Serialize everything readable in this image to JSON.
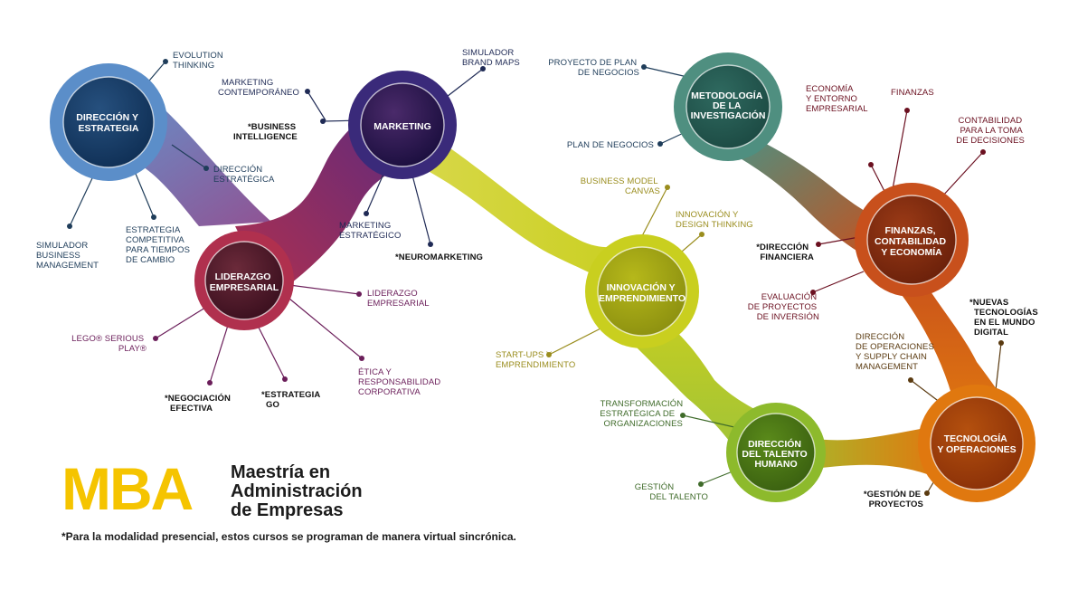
{
  "hubs": [
    {
      "id": "direccion",
      "title": [
        "DIRECCIÓN Y",
        "ESTRATEGIA"
      ],
      "color": "#5b8ec9",
      "dark": "#16406e",
      "label_color": "#1f3d5a",
      "topics": [
        {
          "text": [
            "EVOLUTION",
            "THINKING"
          ],
          "bold": false
        },
        {
          "text": [
            "DIRECCIÓN",
            "ESTRATÉGICA"
          ],
          "bold": false
        },
        {
          "text": [
            "ESTRATEGIA",
            "COMPETITIVA",
            "PARA TIEMPOS",
            "DE CAMBIO"
          ],
          "bold": false
        },
        {
          "text": [
            "SIMULADOR",
            "BUSINESS",
            "MANAGEMENT"
          ],
          "bold": false
        }
      ]
    },
    {
      "id": "liderazgo",
      "title": [
        "LIDERAZGO",
        "EMPRESARIAL"
      ],
      "color": "#b0304e",
      "dark": "#4a0f24",
      "label_color": "#6b1e5a",
      "topics": [
        {
          "text": [
            "LIDERAZGO",
            "EMPRESARIAL"
          ],
          "bold": false
        },
        {
          "text": [
            "ÉTICA Y",
            "RESPONSABILIDAD",
            "CORPORATIVA"
          ],
          "bold": false
        },
        {
          "text": [
            "*ESTRATEGIA",
            "GO"
          ],
          "bold": true
        },
        {
          "text": [
            "*NEGOCIACIÓN",
            "EFECTIVA"
          ],
          "bold": true
        },
        {
          "text": [
            "LEGO® SERIOUS",
            "PLAY®"
          ],
          "bold": false
        }
      ]
    },
    {
      "id": "marketing",
      "title": [
        "MARKETING"
      ],
      "color": "#3a2a7a",
      "dark": "#140d3a",
      "label_color": "#1f2a55",
      "topics": [
        {
          "text": [
            "SIMULADOR",
            "BRAND MAPS"
          ],
          "bold": false
        },
        {
          "text": [
            "MARKETING",
            "CONTEMPORÁNEO"
          ],
          "bold": false
        },
        {
          "text": [
            "*BUSINESS",
            "INTELLIGENCE"
          ],
          "bold": true
        },
        {
          "text": [
            "MARKETING",
            "ESTRATÉGICO"
          ],
          "bold": false
        },
        {
          "text": [
            "*NEUROMARKETING"
          ],
          "bold": true
        }
      ]
    },
    {
      "id": "innovacion",
      "title": [
        "INNOVACIÓN Y",
        "EMPRENDIMIENTO"
      ],
      "color": "#c9cf1f",
      "dark": "#7f8410",
      "label_color": "#9a8d1e",
      "topics": [
        {
          "text": [
            "BUSINESS MODEL",
            "CANVAS"
          ],
          "bold": false
        },
        {
          "text": [
            "INNOVACIÓN Y",
            "DESIGN THINKING"
          ],
          "bold": false
        },
        {
          "text": [
            "START-UPS Y",
            "EMPRENDIMIENTO"
          ],
          "bold": false
        }
      ]
    },
    {
      "id": "metodologia",
      "title": [
        "METODOLOGÍA",
        "DE LA",
        "INVESTIGACIÓN"
      ],
      "color": "#4f8f80",
      "dark": "#1e4d45",
      "label_color": "#1f3d5a",
      "topics": [
        {
          "text": [
            "PROYECTO DE PLAN",
            "DE NEGOCIOS"
          ],
          "bold": false
        },
        {
          "text": [
            "PLAN DE NEGOCIOS"
          ],
          "bold": false
        }
      ]
    },
    {
      "id": "finanzas",
      "title": [
        "FINANZAS,",
        "CONTABILIDAD",
        "Y ECONOMÍA"
      ],
      "color": "#c8501c",
      "dark": "#7a2a0c",
      "label_color": "#6b1020",
      "topics": [
        {
          "text": [
            "ECONOMÍA",
            "Y ENTORNO",
            "EMPRESARIAL"
          ],
          "bold": false
        },
        {
          "text": [
            "FINANZAS"
          ],
          "bold": false
        },
        {
          "text": [
            "CONTABILIDAD",
            "PARA LA TOMA",
            "DE DECISIONES"
          ],
          "bold": false
        },
        {
          "text": [
            "*DIRECCIÓN",
            "FINANCIERA"
          ],
          "bold": true
        },
        {
          "text": [
            "EVALUACIÓN",
            "DE PROYECTOS",
            "DE INVERSIÓN"
          ],
          "bold": false
        }
      ]
    },
    {
      "id": "tecnologia",
      "title": [
        "TECNOLOGÍA",
        "Y OPERACIONES"
      ],
      "color": "#e0780f",
      "dark": "#8e3608",
      "label_color": "#5a3a10",
      "topics": [
        {
          "text": [
            "*NUEVAS",
            "TECNOLOGÍAS",
            "EN EL MUNDO",
            "DIGITAL"
          ],
          "bold": true
        },
        {
          "text": [
            "DIRECCIÓN",
            "DE OPERACIONES",
            "Y SUPPLY CHAIN",
            "MANAGEMENT"
          ],
          "bold": false
        },
        {
          "text": [
            "*GESTIÓN DE",
            "PROYECTOS"
          ],
          "bold": true
        }
      ]
    },
    {
      "id": "talento",
      "title": [
        "DIRECCIÓN",
        "DEL TALENTO",
        "HUMANO"
      ],
      "color": "#8dba2c",
      "dark": "#3f5f10",
      "label_color": "#3f6b2a",
      "topics": [
        {
          "text": [
            "TRANSFORMACIÓN",
            "ESTRATÉGICA DE",
            "ORGANIZACIONES"
          ],
          "bold": false
        },
        {
          "text": [
            "GESTIÓN",
            "DEL TALENTO"
          ],
          "bold": false
        }
      ]
    }
  ],
  "branding": {
    "mba": "MBA",
    "subtitle_lines": [
      "Maestría en",
      "Administración",
      "de Empresas"
    ]
  },
  "footnote": "*Para la modalidad presencial, estos cursos se programan de manera virtual sincrónica.",
  "colors": {
    "mba_yellow": "#f5c400",
    "text_dark": "#1c1c1c"
  }
}
